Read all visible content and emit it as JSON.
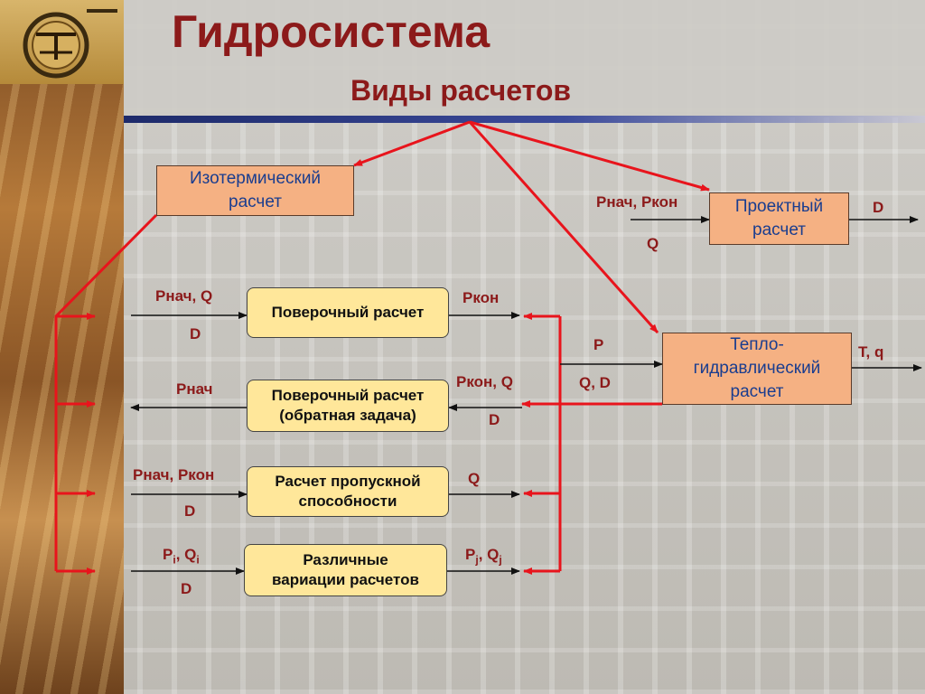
{
  "title": "Гидросистема",
  "subtitle": "Виды расчетов",
  "colors": {
    "title": "#8c1a1a",
    "connector": "#e8141c",
    "flow": "#111111",
    "orange_box": "#f5b183",
    "yellow_box": "#ffe79a",
    "accent_blue": "#1a3d8f"
  },
  "boxes": {
    "isothermal": [
      "Изотермический",
      "расчет"
    ],
    "project": [
      "Проектный",
      "расчет"
    ],
    "thermo": [
      "Тепло-",
      "гидравлический",
      "расчет"
    ],
    "check": "Поверочный расчет",
    "check_inverse": [
      "Поверочный расчет",
      "(обратная задача)"
    ],
    "capacity": [
      "Расчет пропускной",
      "способности"
    ],
    "variations": [
      "Различные",
      "вариации расчетов"
    ]
  },
  "labels": {
    "project_in_1": "Рнач, Ркон",
    "project_in_2": "Q",
    "project_out": "D",
    "check_in_1": "Рнач, Q",
    "check_in_2": "D",
    "check_out": "Ркон",
    "thermo_in_1": "Р",
    "thermo_in_2": "Q, D",
    "thermo_out": "T, q",
    "inverse_out": "Рнач",
    "inverse_in_1": "Ркон, Q",
    "inverse_in_2": "D",
    "capacity_in_1": "Рнач, Ркон",
    "capacity_in_2": "D",
    "capacity_out": "Q",
    "var_in_1_base": "Р",
    "var_in_1_sub1": "i",
    "var_in_1_mid": ", Q",
    "var_in_1_sub2": "i",
    "var_in_2": "D",
    "var_out_base": "Р",
    "var_out_sub1": "j",
    "var_out_mid": ", Q",
    "var_out_sub2": "j"
  }
}
